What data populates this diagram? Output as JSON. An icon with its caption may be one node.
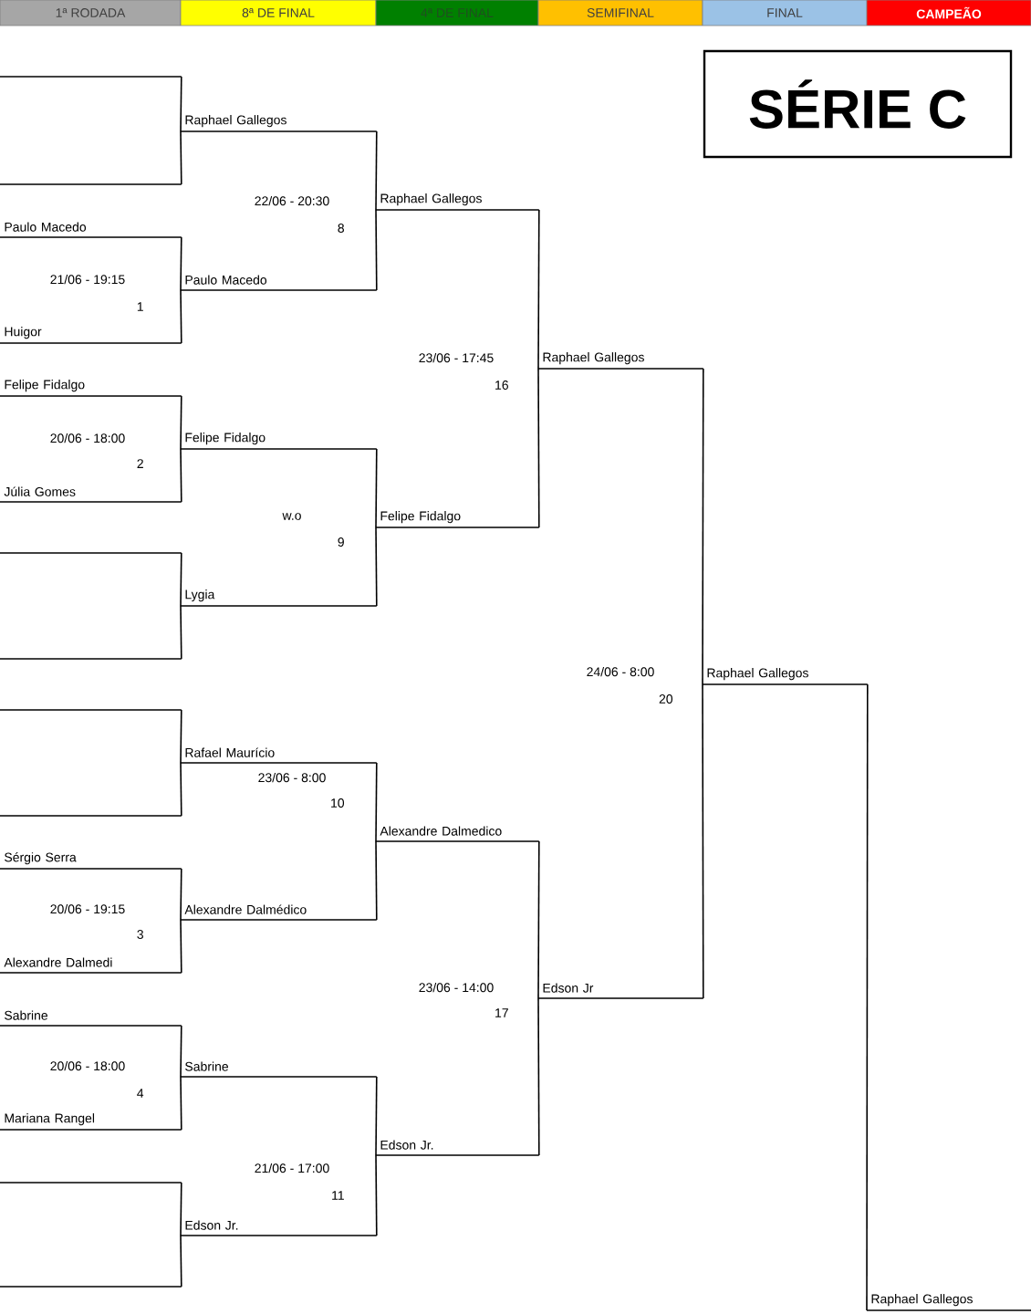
{
  "diagram": {
    "nodes": [
      {
        "text": [
          "1ª RODADA"
        ]
      },
      {
        "text": [
          "8ª DE FINAL"
        ]
      },
      {
        "text": [
          "4ª DE FINAL"
        ]
      },
      {
        "text": [
          "SEMIFINAL"
        ]
      },
      {
        "text": [
          "FINAL"
        ]
      },
      {
        "text": [
          "CAMPEÃO"
        ]
      },
      {
        "text": [
          "SÉRIE C"
        ]
      },
      {
        "text": [],
        "shape": "bar"
      },
      {
        "text": [
          "Raphael Gallegos"
        ]
      },
      {
        "text": [],
        "shape": "bar"
      },
      {
        "text": [
          "Raphael Gallegos"
        ]
      },
      {
        "text": [
          "Paulo Macedo"
        ]
      },
      {
        "text": [
          "Paulo Macedo"
        ]
      },
      {
        "text": [
          "Huigor"
        ]
      },
      {
        "text": [
          "Raphael Gallegos"
        ]
      },
      {
        "text": [
          "Felipe Fidalgo"
        ]
      },
      {
        "text": [
          "Felipe Fidalgo"
        ]
      },
      {
        "text": [
          "Júlia Gomes"
        ]
      },
      {
        "text": [
          "Felipe Fidalgo"
        ]
      },
      {
        "text": [],
        "shape": "bar"
      },
      {
        "text": [
          "Lygia"
        ]
      },
      {
        "text": [],
        "shape": "bar"
      },
      {
        "text": [
          "Raphael Gallegos"
        ]
      },
      {
        "text": [],
        "shape": "bar"
      },
      {
        "text": [
          "Rafael Maurício"
        ]
      },
      {
        "text": [],
        "shape": "bar"
      },
      {
        "text": [
          "Alexandre Dalmedico"
        ]
      },
      {
        "text": [
          "Sérgio Serra"
        ]
      },
      {
        "text": [
          "Alexandre Dalmédico"
        ]
      },
      {
        "text": [
          "Alexandre Dalmedi"
        ]
      },
      {
        "text": [
          "Edson Jr"
        ]
      },
      {
        "text": [
          "Sabrine"
        ]
      },
      {
        "text": [
          "Sabrine"
        ]
      },
      {
        "text": [
          "Mariana Rangel"
        ]
      },
      {
        "text": [
          "Edson Jr."
        ]
      },
      {
        "text": [],
        "shape": "bar"
      },
      {
        "text": [
          "Edson Jr."
        ]
      },
      {
        "text": [],
        "shape": "bar"
      },
      {
        "text": [
          "Raphael Gallegos"
        ]
      }
    ],
    "edges": [
      {
        "from": 7,
        "to": 8,
        "arrow": "none"
      },
      {
        "from": 9,
        "to": 8,
        "arrow": "none"
      },
      {
        "from": 11,
        "to": 12,
        "arrow": "none"
      },
      {
        "from": 13,
        "to": 12,
        "arrow": "none"
      },
      {
        "from": 15,
        "to": 16,
        "arrow": "none"
      },
      {
        "from": 17,
        "to": 16,
        "arrow": "none"
      },
      {
        "from": 19,
        "to": 20,
        "arrow": "none"
      },
      {
        "from": 21,
        "to": 20,
        "arrow": "none"
      },
      {
        "from": 23,
        "to": 24,
        "arrow": "none"
      },
      {
        "from": 25,
        "to": 24,
        "arrow": "none"
      },
      {
        "from": 27,
        "to": 28,
        "arrow": "none"
      },
      {
        "from": 29,
        "to": 28,
        "arrow": "none"
      },
      {
        "from": 31,
        "to": 32,
        "arrow": "none"
      },
      {
        "from": 33,
        "to": 32,
        "arrow": "none"
      },
      {
        "from": 35,
        "to": 36,
        "arrow": "none"
      },
      {
        "from": 37,
        "to": 36,
        "arrow": "none"
      },
      {
        "from": 8,
        "to": 10,
        "arrow": "none"
      },
      {
        "from": 12,
        "to": 10,
        "arrow": "none"
      },
      {
        "from": 16,
        "to": 18,
        "arrow": "none"
      },
      {
        "from": 20,
        "to": 18,
        "arrow": "none"
      },
      {
        "from": 24,
        "to": 26,
        "arrow": "none"
      },
      {
        "from": 28,
        "to": 26,
        "arrow": "none"
      },
      {
        "from": 32,
        "to": 34,
        "arrow": "none"
      },
      {
        "from": 36,
        "to": 34,
        "arrow": "none"
      },
      {
        "from": 10,
        "to": 14,
        "arrow": "none"
      },
      {
        "from": 18,
        "to": 14,
        "arrow": "none"
      },
      {
        "from": 26,
        "to": 30,
        "arrow": "none"
      },
      {
        "from": 34,
        "to": 30,
        "arrow": "none"
      },
      {
        "from": 14,
        "to": 22,
        "arrow": "none"
      },
      {
        "from": 30,
        "to": 22,
        "arrow": "none"
      },
      {
        "from": 22,
        "to": 38,
        "arrow": "none"
      }
    ],
    "labels": [
      "22/06 - 20:30",
      "8",
      "21/06 - 19:15",
      "1",
      "23/06 - 17:45",
      "16",
      "20/06 - 18:00",
      "2",
      "w.o",
      "9",
      "24/06 - 8:00",
      "20",
      "23/06 - 8:00",
      "10",
      "20/06 - 19:15",
      "3",
      "23/06 - 14:00",
      "17",
      "20/06 - 18:00",
      "4",
      "21/06 - 17:00",
      "11"
    ]
  }
}
